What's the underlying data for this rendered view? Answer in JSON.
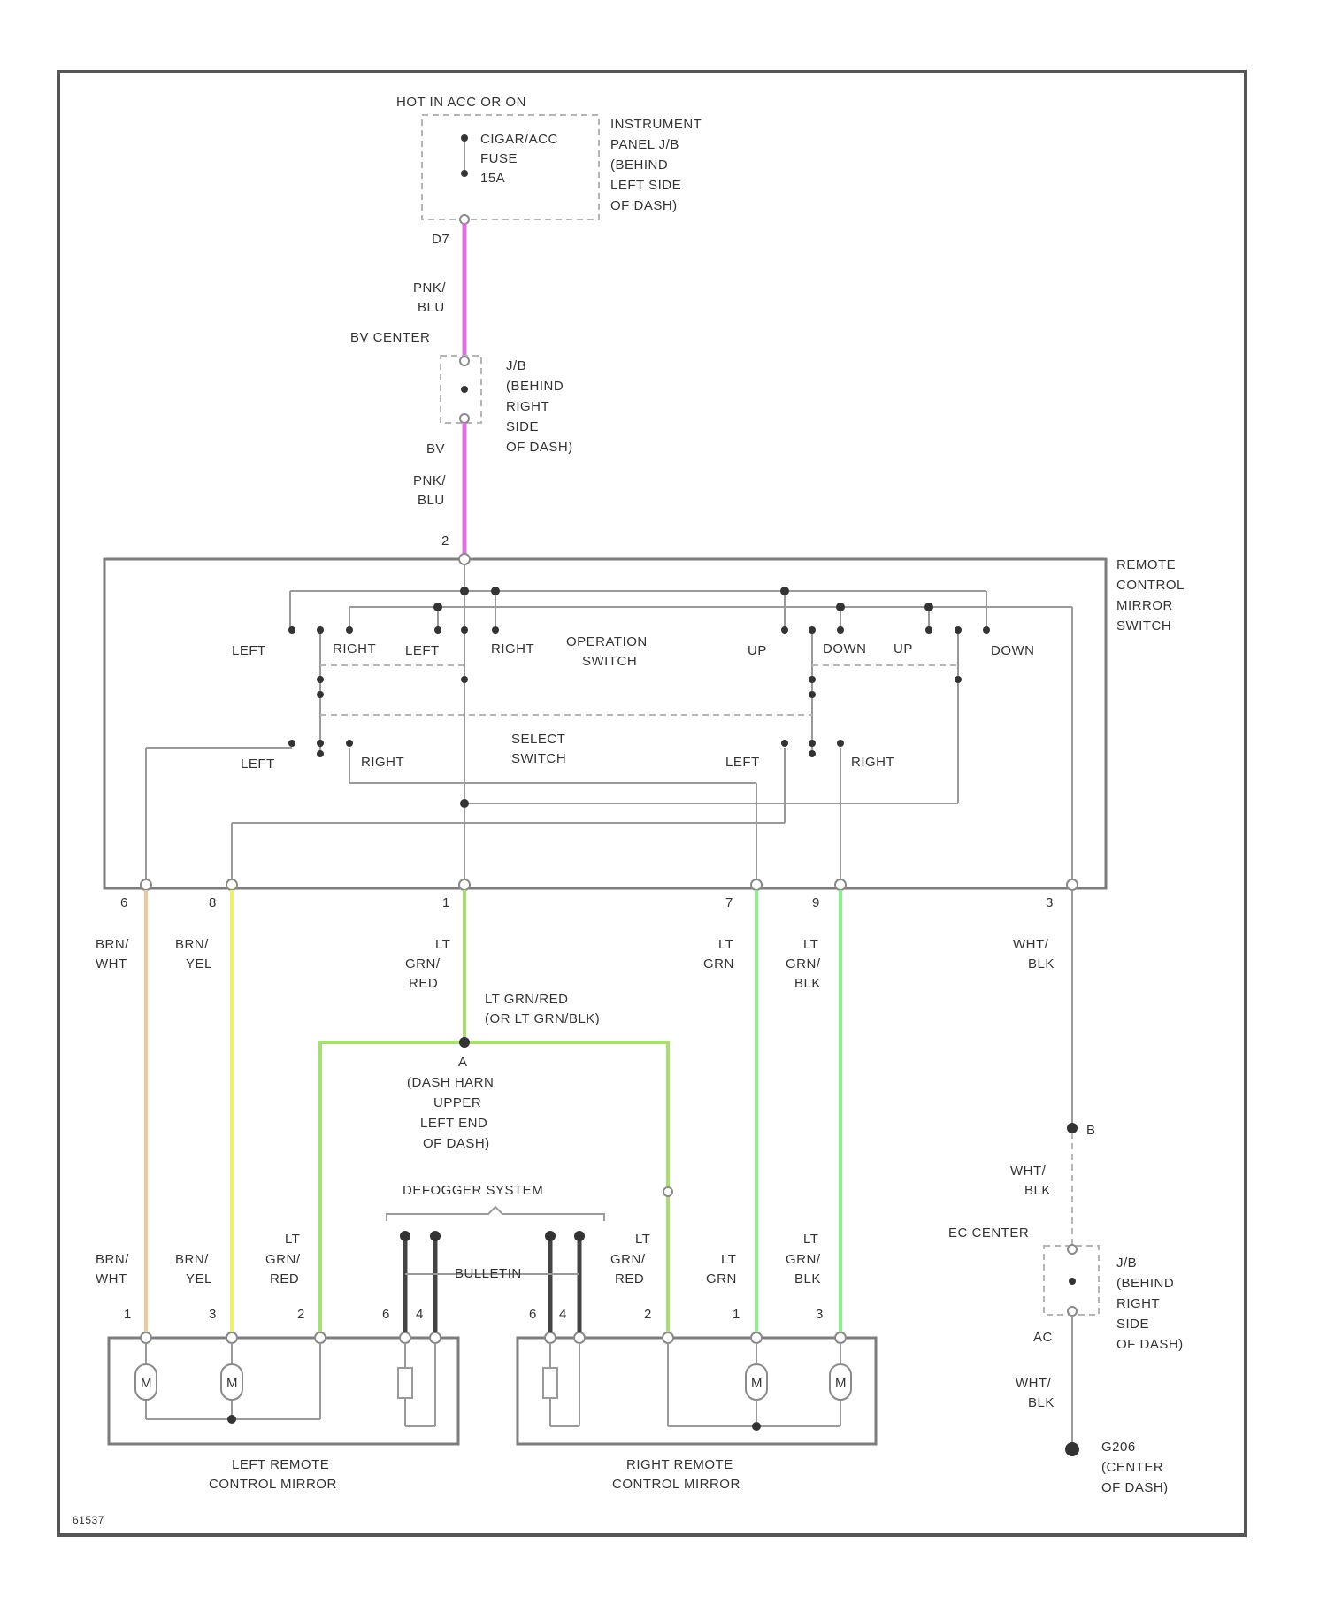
{
  "power_source": {
    "label": "HOT IN ACC OR ON"
  },
  "fuse": {
    "lines": [
      "CIGAR/ACC",
      "FUSE",
      "15A"
    ]
  },
  "instrument_panel_jb": {
    "lines": [
      "INSTRUMENT",
      "PANEL J/B",
      "(BEHIND",
      "LEFT SIDE",
      "OF DASH)"
    ]
  },
  "pins": {
    "top_d7": "D7",
    "bv": "BV",
    "sw2": "2",
    "sw6": "6",
    "sw8": "8",
    "sw1": "1",
    "sw7": "7",
    "sw9": "9",
    "sw3": "3",
    "splice_a": "A",
    "ec_b": "B",
    "ac": "AC",
    "lm1": "1",
    "lm3": "3",
    "lm2": "2",
    "lm6": "6",
    "lm4": "4",
    "rm6": "6",
    "rm4": "4",
    "rm2": "2",
    "rm1": "1",
    "rm3": "3"
  },
  "wires": {
    "top_pnk_blu": [
      "PNK/",
      "BLU"
    ],
    "mid_pnk_blu": [
      "PNK/",
      "BLU"
    ],
    "brn_wht": [
      "BRN/",
      "WHT"
    ],
    "brn_yel": [
      "BRN/",
      "YEL"
    ],
    "lt_grn_red": [
      "LT",
      "GRN/",
      "RED"
    ],
    "lt_grn": [
      "LT",
      "GRN"
    ],
    "lt_grn_blk": [
      "LT",
      "GRN/",
      "BLK"
    ],
    "wht_blk": [
      "WHT/",
      "BLK"
    ],
    "alt_note": [
      "LT GRN/RED",
      "(OR LT GRN/BLK)"
    ],
    "lm_brn_wht": [
      "BRN/",
      "WHT"
    ],
    "lm_brn_yel": [
      "BRN/",
      "YEL"
    ],
    "lm_lt_grn_red": [
      "LT",
      "GRN/",
      "RED"
    ],
    "rm_lt_grn_red": [
      "LT",
      "GRN/",
      "RED"
    ],
    "rm_lt_grn": [
      "LT",
      "GRN"
    ],
    "rm_lt_grn_blk": [
      "LT",
      "GRN/",
      "BLK"
    ],
    "gnd_wht_blk_1": [
      "WHT/",
      "BLK"
    ],
    "gnd_wht_blk_2": [
      "WHT/",
      "BLK"
    ]
  },
  "bv_center": "BV CENTER",
  "ec_center": "EC CENTER",
  "jb_right": {
    "lines": [
      "J/B",
      "(BEHIND",
      "RIGHT",
      "SIDE",
      "OF DASH)"
    ]
  },
  "jb_right_2": {
    "lines": [
      "J/B",
      "(BEHIND",
      "RIGHT",
      "SIDE",
      "OF DASH)"
    ]
  },
  "remote_switch": {
    "lines": [
      "REMOTE",
      "CONTROL",
      "MIRROR",
      "SWITCH"
    ]
  },
  "operation_switch": {
    "lines": [
      "OPERATION",
      "SWITCH"
    ]
  },
  "select_switch": {
    "lines": [
      "SELECT",
      "SWITCH"
    ]
  },
  "contact_labels": {
    "op_left_1": "LEFT",
    "op_right_1": "RIGHT",
    "op_left_2": "LEFT",
    "op_right_2": "RIGHT",
    "op_up_1": "UP",
    "op_down_1": "DOWN",
    "op_up_2": "UP",
    "op_down_2": "DOWN",
    "sel_left_1": "LEFT",
    "sel_right_1": "RIGHT",
    "sel_left_2": "LEFT",
    "sel_right_2": "RIGHT"
  },
  "dash_harness": {
    "lines": [
      "(DASH HARN",
      "UPPER",
      "LEFT END",
      "OF DASH)"
    ]
  },
  "defogger": {
    "label": "DEFOGGER SYSTEM",
    "bullet_label": "BULLETIN"
  },
  "left_mirror": {
    "lines": [
      "LEFT REMOTE",
      "CONTROL MIRROR"
    ]
  },
  "right_mirror": {
    "lines": [
      "RIGHT REMOTE",
      "CONTROL MIRROR"
    ]
  },
  "motor_label": "M",
  "ground": {
    "lines": [
      "G206",
      "(CENTER",
      "OF DASH)"
    ]
  },
  "figure_id": "61537",
  "colors": {
    "pnk_blu": "#e070e0",
    "brn_wht": "#f0c896",
    "brn_yel": "#f0f060",
    "lt_grn_red": "#a8e070",
    "lt_grn": "#8cf08c",
    "lt_grn_blk": "#8cf08c",
    "wht_blk": "#b0b0b0"
  }
}
